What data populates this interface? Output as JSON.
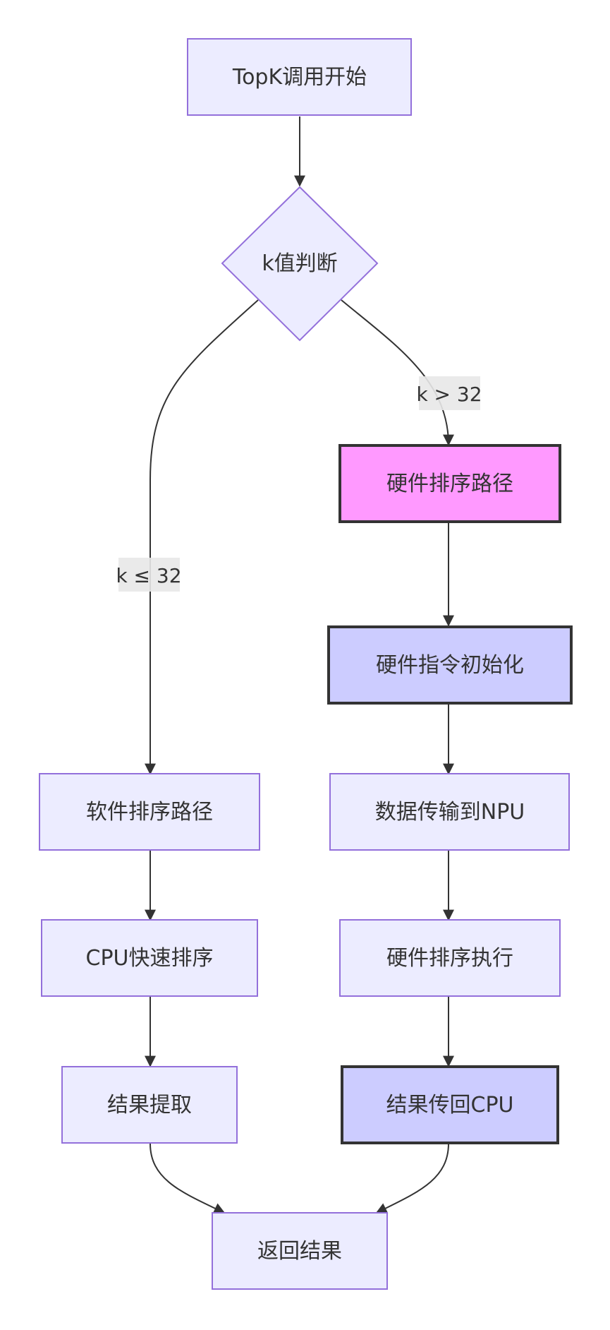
{
  "nodes": {
    "start": "TopK调用开始",
    "decision": "k值判断",
    "hw_path": "硬件排序路径",
    "hw_init": "硬件指令初始化",
    "data_transfer": "数据传输到NPU",
    "hw_exec": "硬件排序执行",
    "result_back": "结果传回CPU",
    "sw_path": "软件排序路径",
    "cpu_sort": "CPU快速排序",
    "result_extract": "结果提取",
    "return": "返回结果"
  },
  "edges": {
    "gt": "k > 32",
    "le": "k ≤ 32"
  },
  "colors": {
    "default_fill": "#ECECFF",
    "default_stroke": "#9370DB",
    "hw_fill": "#FF99FF",
    "strong_fill": "#CCCCFF",
    "strong_stroke": "#333333"
  }
}
